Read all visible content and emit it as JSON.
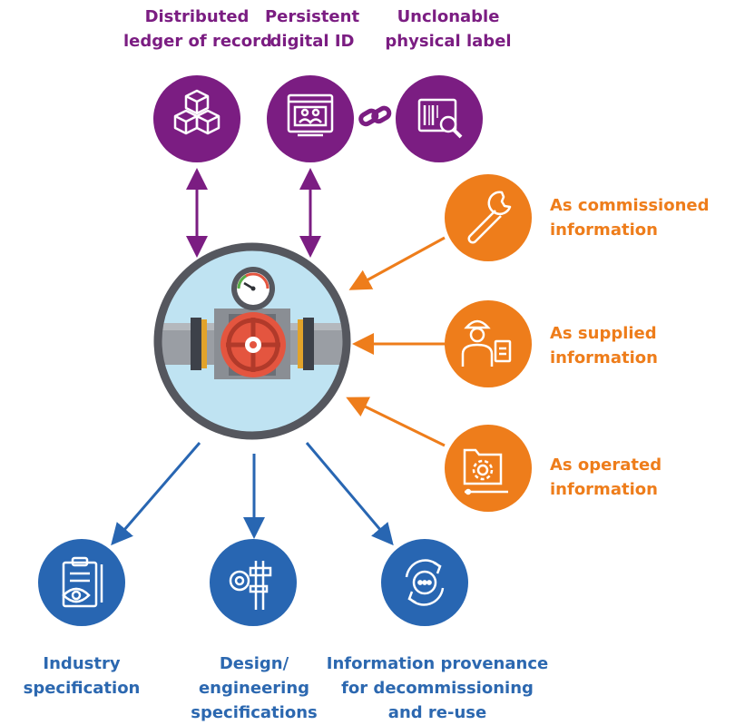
{
  "colors": {
    "purple": "#7b1d82",
    "orange": "#ee7d1b",
    "blue": "#2866b2",
    "ring": "#55575e",
    "hub_fill": "#bfe3f2",
    "valve_red": "#e4553f",
    "pipe_gray": "#9a9ea4"
  },
  "top_nodes": [
    {
      "icon": "blockchain-cubes-icon",
      "lines": [
        "Distributed",
        "ledger of record"
      ]
    },
    {
      "icon": "digital-id-screen-icon",
      "lines": [
        "Persistent",
        "digital ID"
      ]
    },
    {
      "icon": "barcode-magnifier-icon",
      "lines": [
        "Unclonable",
        "physical label"
      ]
    }
  ],
  "link_icon": "chain-link-icon",
  "hub_icon": "pipe-valve-gauge-icon",
  "right_nodes": [
    {
      "icon": "wrench-icon",
      "lines": [
        "As commissioned",
        "information"
      ]
    },
    {
      "icon": "worker-clipboard-icon",
      "lines": [
        "As supplied",
        "information"
      ]
    },
    {
      "icon": "folder-gear-icon",
      "lines": [
        "As operated",
        "information"
      ]
    }
  ],
  "bottom_nodes": [
    {
      "icon": "clipboard-eye-icon",
      "lines": [
        "Industry",
        "specification"
      ]
    },
    {
      "icon": "caliper-gear-icon",
      "lines": [
        "Design/",
        "engineering",
        "specifications"
      ]
    },
    {
      "icon": "recycle-cycle-icon",
      "lines": [
        "Information provenance",
        "for decommissioning",
        "and re-use"
      ]
    }
  ]
}
